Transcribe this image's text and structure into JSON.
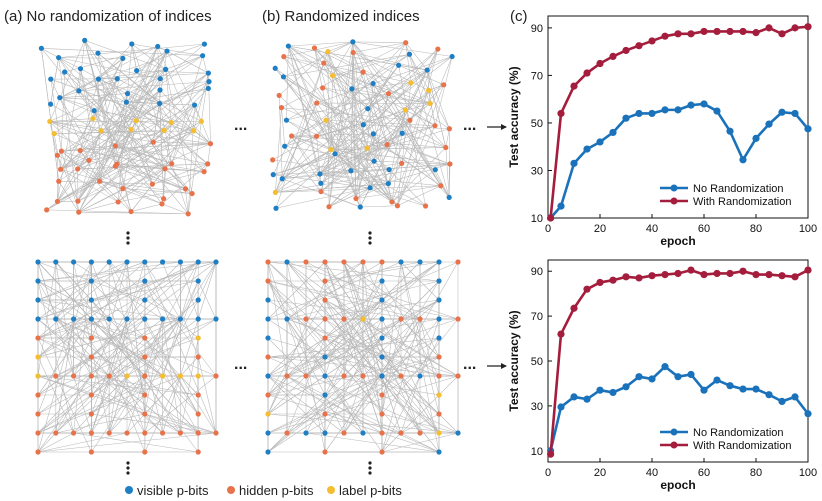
{
  "panel_labels": {
    "a": "(a) No randomization of indices",
    "b": "(b) Randomized indices",
    "c": "(c)"
  },
  "legend_bottom": {
    "visible": "visible p-bits",
    "hidden": "hidden p-bits",
    "label": "label p-bits"
  },
  "colors": {
    "visible": "#1f7fc4",
    "hidden": "#e8734a",
    "label": "#f5bd30",
    "no_random": "#1a72bb",
    "with_random": "#a51d3c",
    "edge": "#b8b8b8"
  },
  "ellipsis": "...",
  "chart_data": [
    {
      "type": "line",
      "xlabel": "epoch",
      "ylabel": "Test accuracy (%)",
      "xlim": [
        0,
        100
      ],
      "ylim": [
        10,
        95
      ],
      "xticks": [
        0,
        20,
        40,
        60,
        80,
        100
      ],
      "yticks": [
        10,
        30,
        50,
        70,
        90
      ],
      "legend_position": "bottom-right",
      "grid": false,
      "x": [
        1,
        5,
        10,
        15,
        20,
        25,
        30,
        35,
        40,
        45,
        50,
        55,
        60,
        65,
        70,
        75,
        80,
        85,
        90,
        95,
        100
      ],
      "series": [
        {
          "name": "No Randomization",
          "color": "#1a72bb",
          "values": [
            10,
            15,
            33,
            39,
            42,
            46,
            52,
            54,
            54,
            55.5,
            55.5,
            57.5,
            58,
            55,
            46.5,
            34.5,
            43.5,
            49.5,
            54.5,
            54,
            47.5
          ]
        },
        {
          "name": "With Randomization",
          "color": "#a51d3c",
          "values": [
            10,
            54,
            65.5,
            71,
            75,
            78,
            80.5,
            82.5,
            84.5,
            86.5,
            87.5,
            87.5,
            88.5,
            88.5,
            88.5,
            88.5,
            88,
            90,
            87.5,
            90,
            90.5
          ]
        }
      ]
    },
    {
      "type": "line",
      "xlabel": "epoch",
      "ylabel": "Test accuracy (%)",
      "xlim": [
        0,
        100
      ],
      "ylim": [
        5,
        95
      ],
      "xticks": [
        0,
        20,
        40,
        60,
        80,
        100
      ],
      "yticks": [
        10,
        30,
        50,
        70,
        90
      ],
      "legend_position": "bottom-right",
      "grid": false,
      "x": [
        1,
        5,
        10,
        15,
        20,
        25,
        30,
        35,
        40,
        45,
        50,
        55,
        60,
        65,
        70,
        75,
        80,
        85,
        90,
        95,
        100
      ],
      "series": [
        {
          "name": "No Randomization",
          "color": "#1a72bb",
          "values": [
            10,
            29.5,
            34,
            33,
            37,
            36,
            38.5,
            43,
            42,
            47.5,
            43,
            44,
            37,
            41.5,
            39,
            37.5,
            37.5,
            35,
            32,
            34,
            26.5
          ]
        },
        {
          "name": "With Randomization",
          "color": "#a51d3c",
          "values": [
            8.5,
            62,
            73.5,
            82,
            85,
            86,
            87.5,
            87,
            88,
            88.5,
            89,
            90.5,
            88.5,
            89,
            89,
            90,
            88.5,
            88.5,
            88,
            87.5,
            90.5
          ]
        }
      ]
    }
  ]
}
